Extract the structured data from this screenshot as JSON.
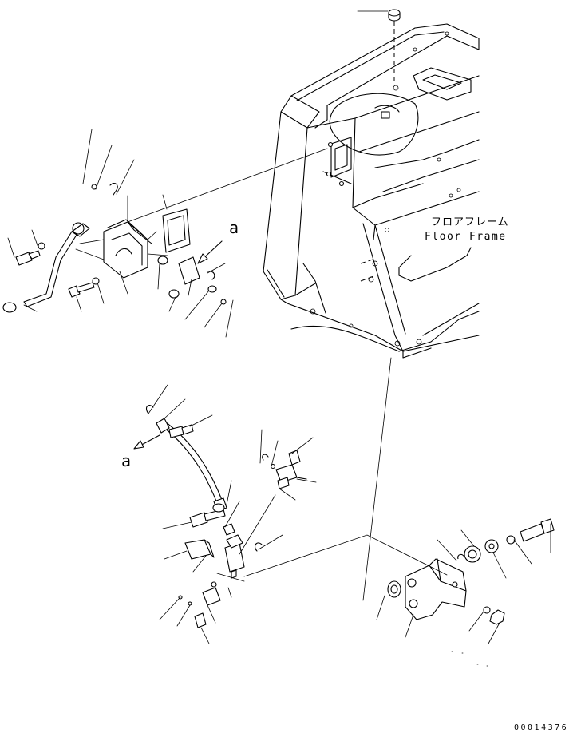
{
  "labels": {
    "floor_frame_jp": "フロアフレーム",
    "floor_frame_en": "Floor Frame",
    "detail_ref_top": "a",
    "detail_ref_bottom": "a",
    "drawing_id": "00014376"
  }
}
